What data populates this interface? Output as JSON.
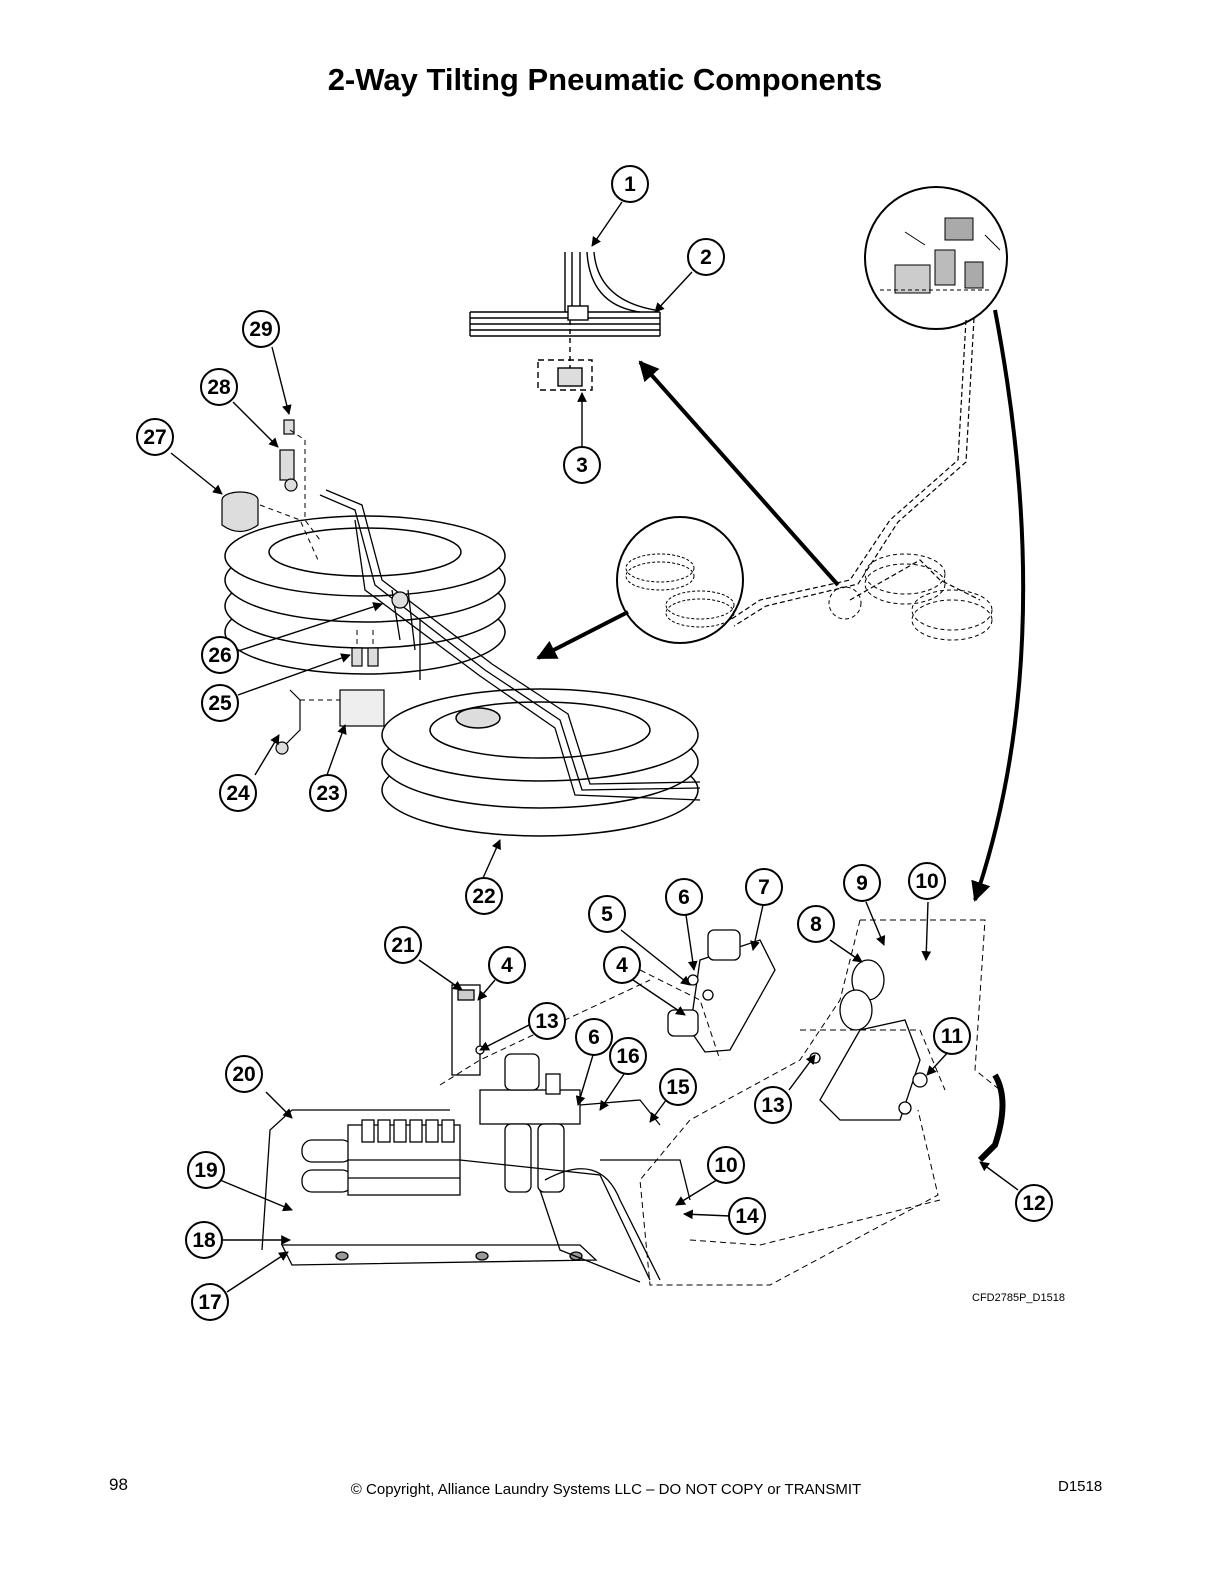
{
  "page": {
    "title": "2-Way Tilting Pneumatic Components",
    "drawing_ref": "CFD2785P_D1518",
    "page_number": "98",
    "copyright": "© Copyright, Alliance Laundry Systems LLC – DO NOT COPY or TRANSMIT",
    "doc_id": "D1518"
  },
  "callouts": [
    {
      "label": "1"
    },
    {
      "label": "2"
    },
    {
      "label": "3"
    },
    {
      "label": "29"
    },
    {
      "label": "28"
    },
    {
      "label": "27"
    },
    {
      "label": "26"
    },
    {
      "label": "25"
    },
    {
      "label": "24"
    },
    {
      "label": "23"
    },
    {
      "label": "22"
    },
    {
      "label": "6"
    },
    {
      "label": "7"
    },
    {
      "label": "9"
    },
    {
      "label": "10"
    },
    {
      "label": "5"
    },
    {
      "label": "8"
    },
    {
      "label": "4"
    },
    {
      "label": "21"
    },
    {
      "label": "4"
    },
    {
      "label": "13"
    },
    {
      "label": "6"
    },
    {
      "label": "16"
    },
    {
      "label": "11"
    },
    {
      "label": "20"
    },
    {
      "label": "15"
    },
    {
      "label": "13"
    },
    {
      "label": "19"
    },
    {
      "label": "10"
    },
    {
      "label": "14"
    },
    {
      "label": "12"
    },
    {
      "label": "18"
    },
    {
      "label": "17"
    }
  ]
}
